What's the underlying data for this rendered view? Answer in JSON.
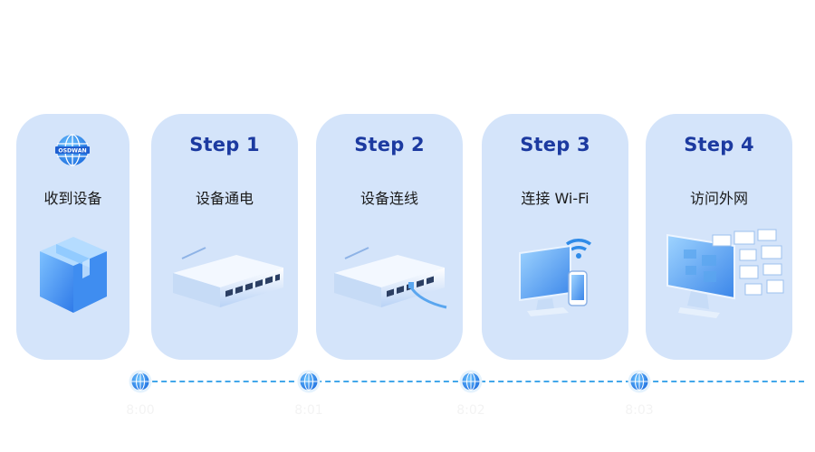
{
  "cards": [
    {
      "step": "",
      "label": "收到设备",
      "logo_text": "OSDWAN",
      "icon": "box-icon"
    },
    {
      "step": "Step 1",
      "label": "设备通电",
      "icon": "switch-icon"
    },
    {
      "step": "Step 2",
      "label": "设备连线",
      "icon": "switch-cable-icon"
    },
    {
      "step": "Step 3",
      "label": "连接 Wi-Fi",
      "icon": "monitor-phone-wifi-icon"
    },
    {
      "step": "Step 4",
      "label": "访问外网",
      "icon": "monitor-web-pages-icon"
    }
  ],
  "timeline": {
    "ticks": [
      "8:00",
      "8:01",
      "8:02",
      "8:03"
    ],
    "node_icon": "globe-icon",
    "line_color": "#42a7ea"
  },
  "colors": {
    "card_bg": "#d4e4fa",
    "step_text": "#1c3aa0",
    "label_text": "#1a1a1a",
    "accent": "#2f8be8"
  }
}
